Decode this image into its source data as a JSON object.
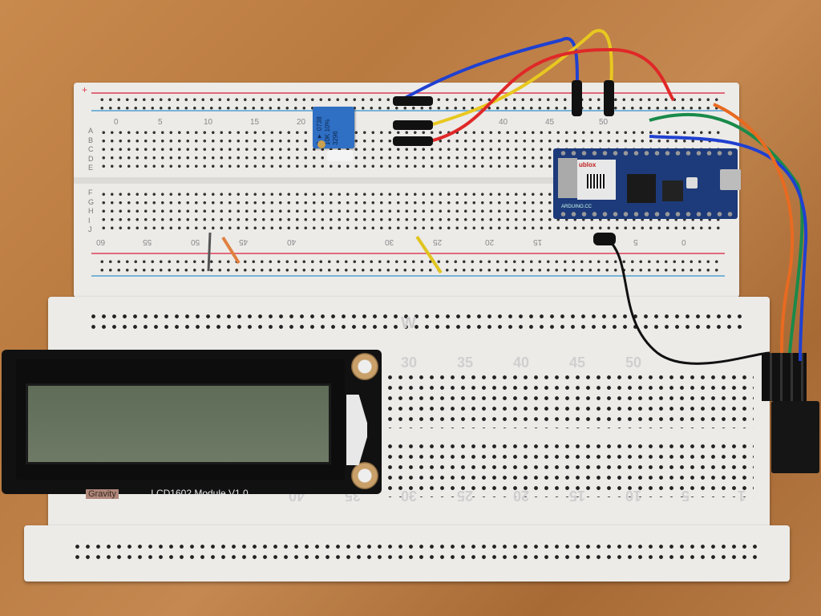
{
  "scene": {
    "description": "Breadboard prototype with Arduino Nano board, trimmer potentiometer and DFRobot Gravity LCD1602 module",
    "colors": {
      "table": "#b97a40",
      "breadboard": "#ecebe8",
      "rail_red": "#e06a7a",
      "rail_blue": "#7ab3d6",
      "arduino_pcb": "#1d3a7a",
      "lcd_screen": "#66735f",
      "wire_red": "#e02828",
      "wire_yellow": "#e8c820",
      "wire_blue": "#2040d0",
      "wire_green": "#1a8a4a",
      "wire_orange": "#e86a20",
      "wire_black": "#111111"
    }
  },
  "top_breadboard": {
    "row_labels_top": [
      "A",
      "B",
      "C",
      "D",
      "E"
    ],
    "row_labels_bottom": [
      "F",
      "G",
      "H",
      "I",
      "J"
    ],
    "column_numbers_top": [
      "0",
      "5",
      "10",
      "15",
      "20",
      "40",
      "45",
      "50"
    ],
    "column_numbers_bottom": [
      "60",
      "55",
      "50",
      "45",
      "40",
      "30",
      "25",
      "20",
      "15",
      "5",
      "0"
    ],
    "rail_symbol": "+"
  },
  "potentiometer": {
    "marking_line1": "3 ▼ 0738",
    "marking_line2": "10K 10%",
    "marking_line3": "3296"
  },
  "arduino": {
    "module_brand": "ublox",
    "board_text": "ARDUINO.CC"
  },
  "bottom_breadboard": {
    "numbers_top": [
      "30",
      "35",
      "40",
      "45",
      "50"
    ],
    "numbers_bottom": [
      "40",
      "35",
      "30",
      "25",
      "20",
      "15",
      "10",
      "5",
      "1"
    ],
    "logo": "W"
  },
  "lcd_module": {
    "brand": "Gravity",
    "title": "LCD1602 Module V1.0"
  }
}
